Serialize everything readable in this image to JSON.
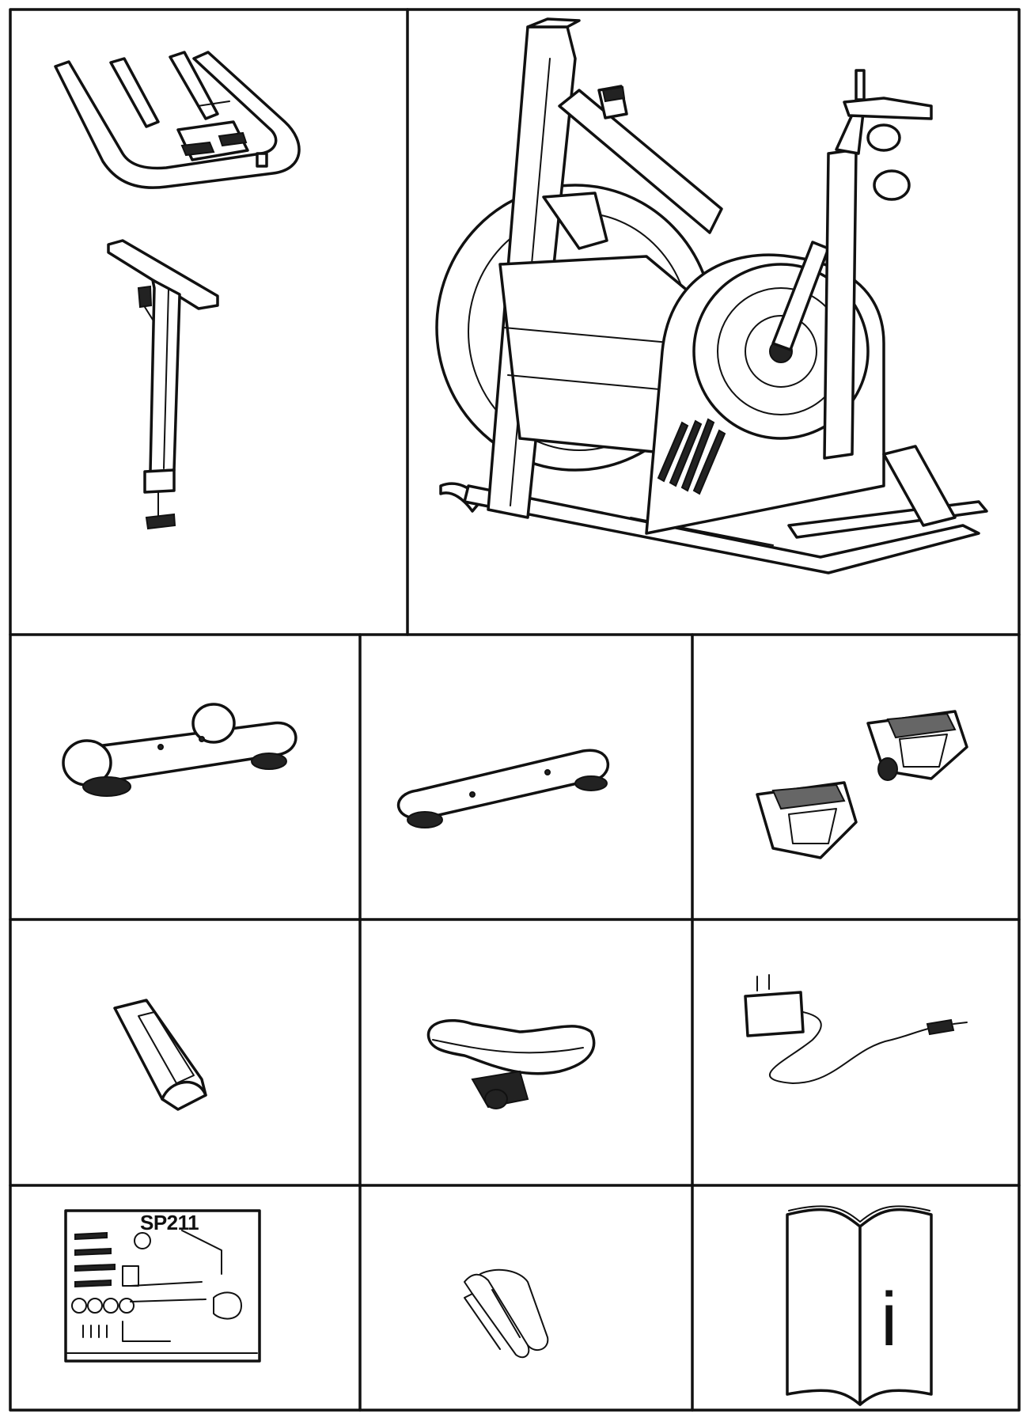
{
  "parts": [
    {
      "id": "handlebar-and-seat-post",
      "icon": "handlebar-icon"
    },
    {
      "id": "bike-frame",
      "icon": "exercise-bike-frame-icon"
    },
    {
      "id": "front-stabilizer",
      "icon": "front-stabilizer-icon"
    },
    {
      "id": "rear-stabilizer",
      "icon": "rear-stabilizer-icon"
    },
    {
      "id": "pedals",
      "icon": "pedal-icon"
    },
    {
      "id": "phone-holder",
      "icon": "phone-holder-icon"
    },
    {
      "id": "saddle",
      "icon": "saddle-icon"
    },
    {
      "id": "power-adapter",
      "icon": "power-adapter-icon"
    },
    {
      "id": "hardware-kit",
      "icon": "hardware-kit-icon"
    },
    {
      "id": "bottle-cage",
      "icon": "bottle-cage-icon"
    },
    {
      "id": "manual",
      "icon": "manual-book-icon"
    }
  ],
  "hardware_kit": {
    "model": "SP211"
  },
  "manual": {
    "info_letter": "i"
  }
}
